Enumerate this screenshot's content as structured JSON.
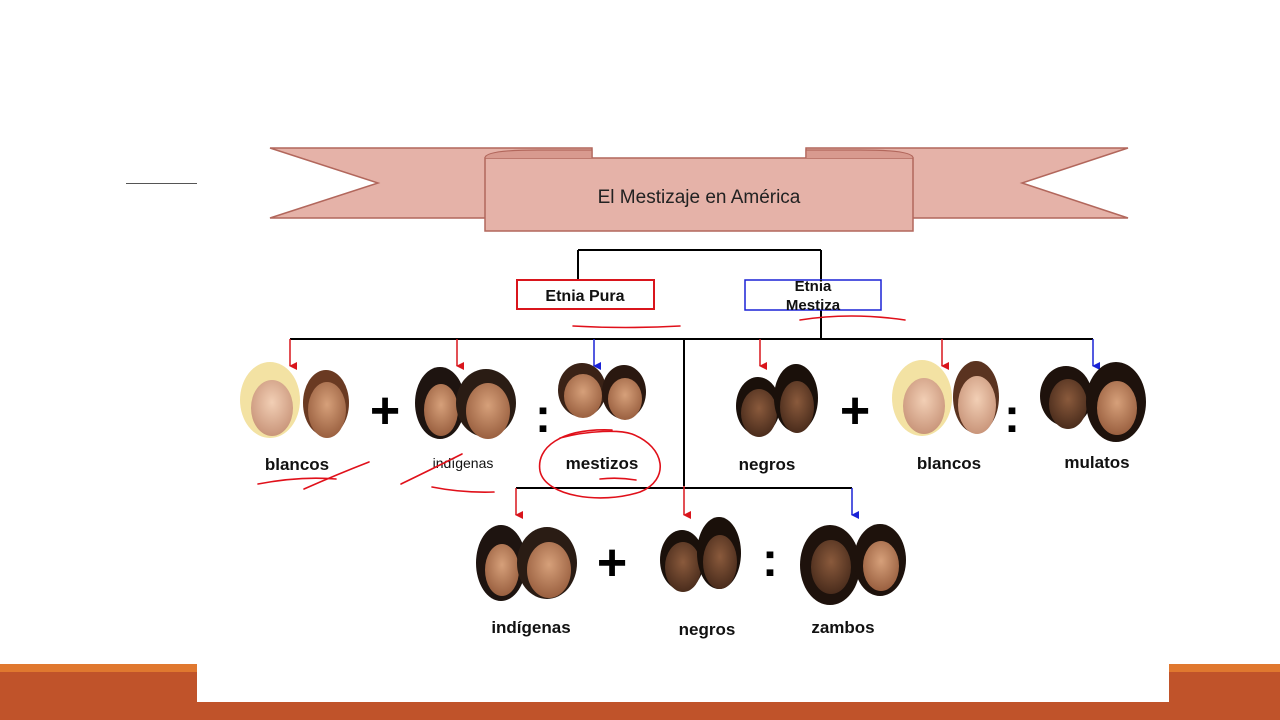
{
  "banner": {
    "title": "El Mestizaje en América"
  },
  "categories": {
    "pure": "Etnia Pura",
    "mixed_line1": "Etnia",
    "mixed_line2": "Mestiza"
  },
  "row1": {
    "group_a": {
      "left": "blancos",
      "right": "indígenas",
      "result": "mestizos"
    },
    "group_b": {
      "left": "negros",
      "right": "blancos",
      "result": "mulatos"
    }
  },
  "row2": {
    "left": "indígenas",
    "right": "negros",
    "result": "zambos"
  },
  "symbols": {
    "plus": "+",
    "colon": ":"
  },
  "colors": {
    "pure_red": "#d9151c",
    "mixed_blue": "#1a22d6",
    "banner_fill": "#e5b2a8",
    "banner_stroke": "#b2675c",
    "bottom_bar": "#c0532a",
    "annotation_red": "#e0101a"
  }
}
